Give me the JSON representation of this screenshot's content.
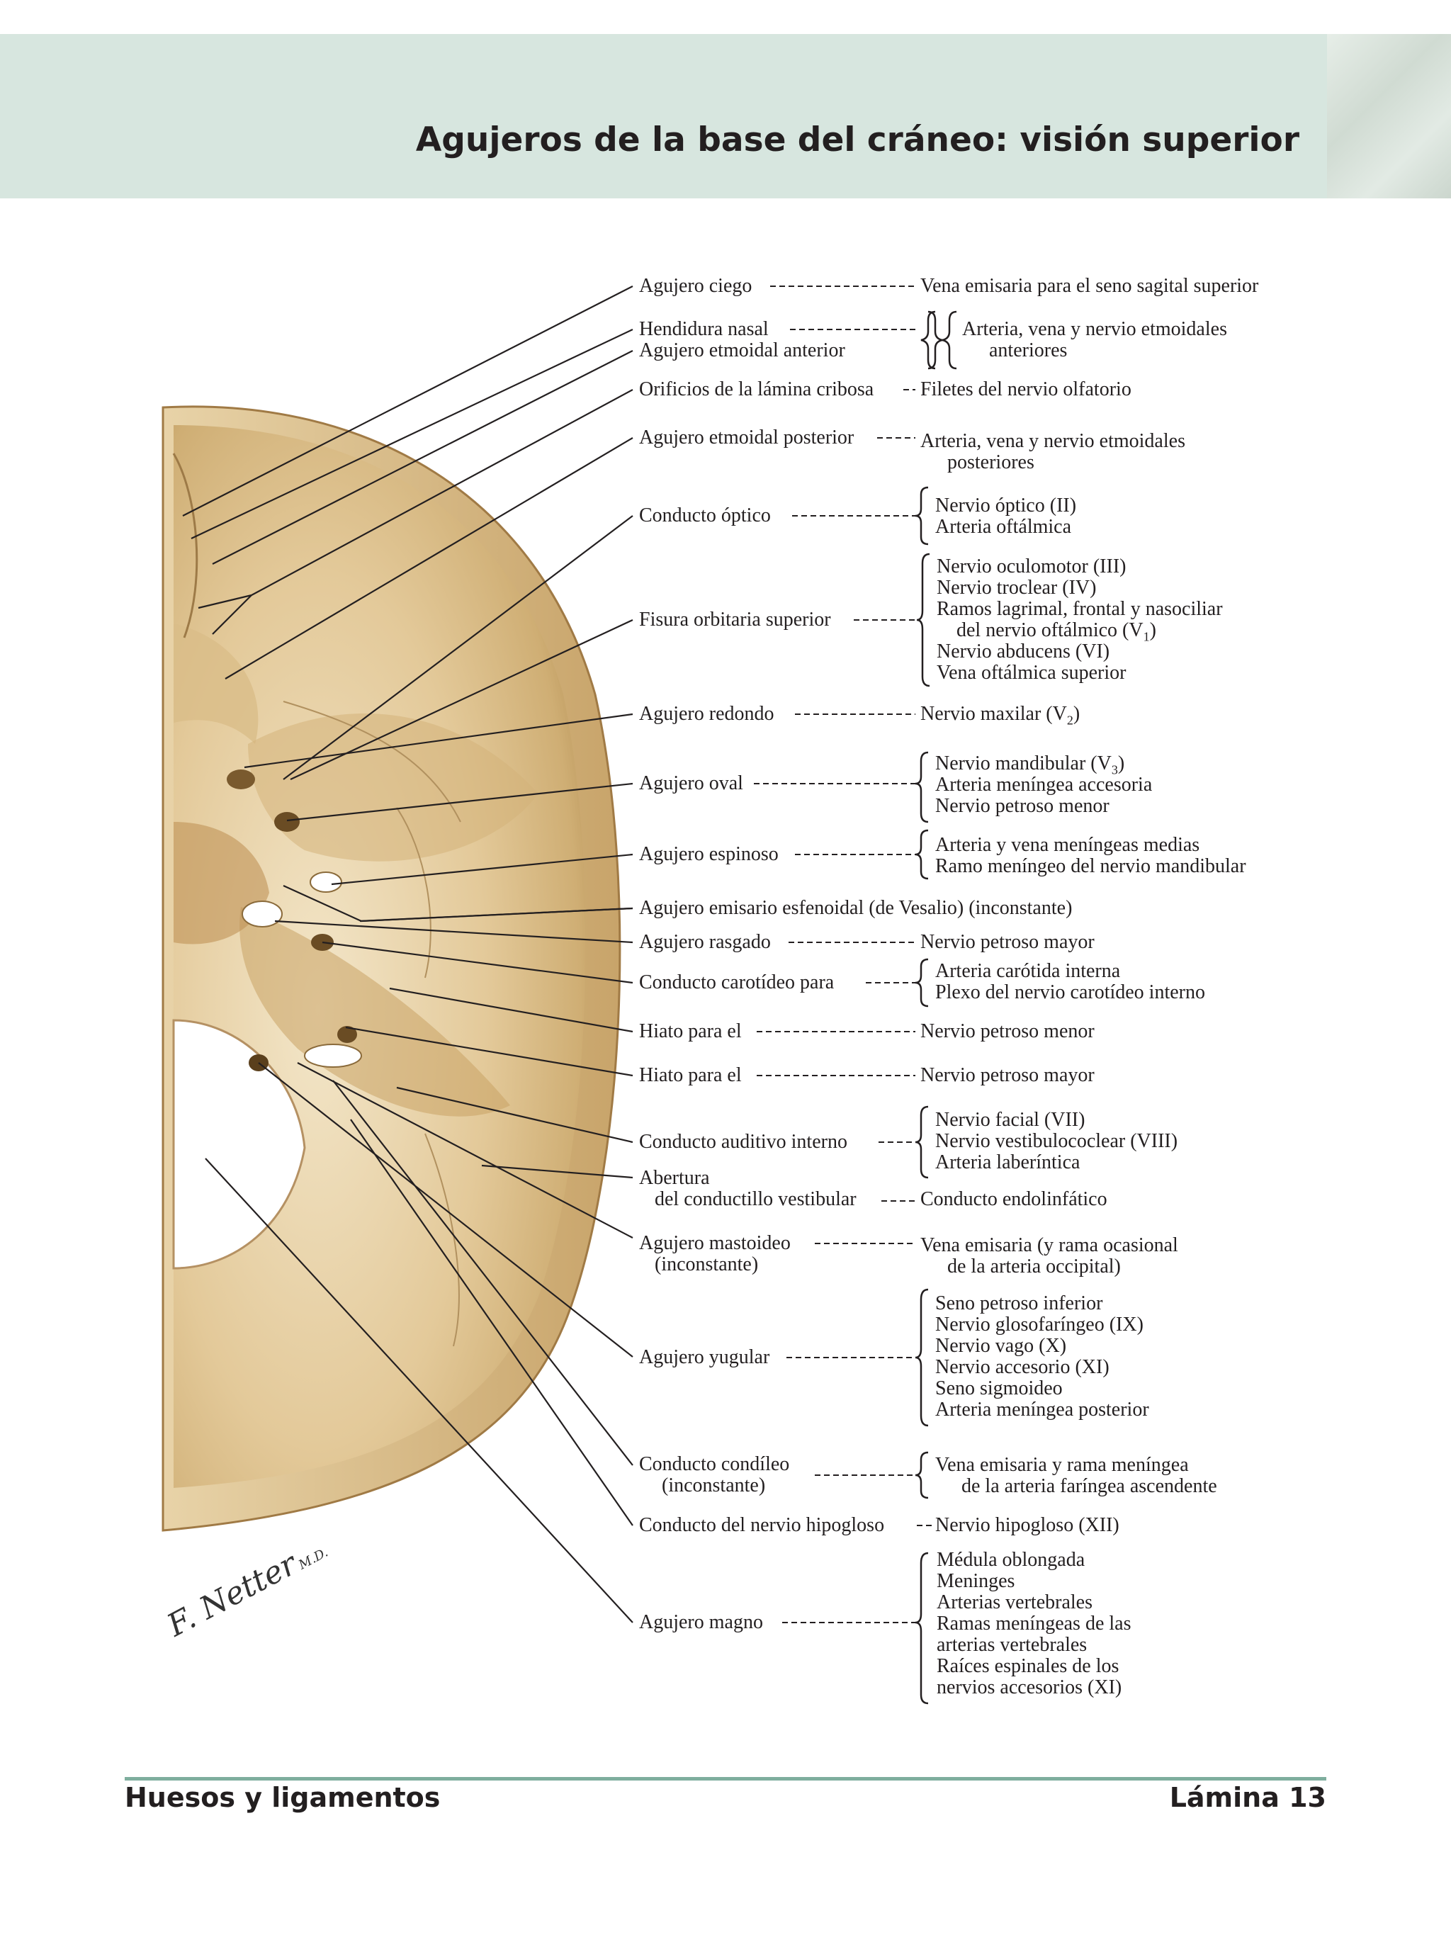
{
  "page": {
    "title": "Agujeros de la base del cráneo: visión superior",
    "footer_left": "Huesos y ligamentos",
    "footer_right": "Lámina 13",
    "signature": "F. Netter",
    "signature_suffix": "M.D."
  },
  "labels": {
    "l1": "Agujero ciego",
    "l2": "Hendidura nasal",
    "l3": "Agujero etmoidal anterior",
    "l4": "Orificios de la lámina cribosa",
    "l5": "Agujero etmoidal posterior",
    "l6": "Conducto óptico",
    "l7": "Fisura orbitaria superior",
    "l8": "Agujero redondo",
    "l9": "Agujero oval",
    "l10": "Agujero espinoso",
    "l11": "Agujero emisario esfenoidal (de Vesalio) (inconstante)",
    "l12": "Agujero rasgado",
    "l13": "Conducto carotídeo para",
    "l14": "Hiato para el",
    "l15": "Hiato para el",
    "l16": "Conducto auditivo interno",
    "l17a": "Abertura",
    "l17b": "del conductillo vestibular",
    "l18a": "Agujero mastoideo",
    "l18b": "(inconstante)",
    "l19": "Agujero yugular",
    "l20a": "Conducto condíleo",
    "l20b": "(inconstante)",
    "l21": "Conducto del nervio hipogloso",
    "l22": "Agujero magno"
  },
  "contents": {
    "c1": "Vena emisaria para el seno sagital superior",
    "c2a": "Arteria, vena y nervio etmoidales",
    "c2b": "anteriores",
    "c4": "Filetes del nervio olfatorio",
    "c5a": "Arteria, vena y nervio etmoidales",
    "c5b": "posteriores",
    "c6a": "Nervio óptico (II)",
    "c6b": "Arteria oftálmica",
    "c7a": "Nervio oculomotor (III)",
    "c7b": "Nervio troclear (IV)",
    "c7c": "Ramos lagrimal, frontal y nasociliar",
    "c7d": "del nervio oftálmico (V",
    "c7d_sub": "1",
    "c7d_end": ")",
    "c7e": "Nervio abducens (VI)",
    "c7f": "Vena oftálmica superior",
    "c8": "Nervio maxilar (V",
    "c8_sub": "2",
    "c8_end": ")",
    "c9a": "Nervio mandibular (V",
    "c9a_sub": "3",
    "c9a_end": ")",
    "c9b": "Arteria meníngea accesoria",
    "c9c": "Nervio petroso menor",
    "c10a": "Arteria y vena meníngeas medias",
    "c10b": "Ramo meníngeo del nervio mandibular",
    "c12": "Nervio petroso mayor",
    "c13a": "Arteria carótida interna",
    "c13b": "Plexo del nervio carotídeo interno",
    "c14": "Nervio petroso menor",
    "c15": "Nervio petroso mayor",
    "c16a": "Nervio facial (VII)",
    "c16b": "Nervio vestibulococlear (VIII)",
    "c16c": "Arteria laberíntica",
    "c17": "Conducto endolinfático",
    "c18a": "Vena emisaria (y rama ocasional",
    "c18b": "de la arteria occipital)",
    "c19a": "Seno petroso inferior",
    "c19b": "Nervio glosofaríngeo (IX)",
    "c19c": "Nervio vago (X)",
    "c19d": "Nervio accesorio (XI)",
    "c19e": "Seno sigmoideo",
    "c19f": "Arteria meníngea posterior",
    "c20a": "Vena emisaria y rama meníngea",
    "c20b": "de la arteria faríngea ascendente",
    "c21": "Nervio hipogloso (XII)",
    "c22a": "Médula oblongada",
    "c22b": "Meninges",
    "c22c": "Arterias vertebrales",
    "c22d": "Ramas meníngeas de las",
    "c22e": "arterias vertebrales",
    "c22f": "Raíces espinales de los",
    "c22g": "nervios accesorios (XI)"
  },
  "colors": {
    "header_band": "#d7e6df",
    "footer_rule": "#7fae9e",
    "bone_light": "#f1e2c2",
    "bone_mid": "#d9bb86",
    "bone_dark": "#a9844c"
  }
}
